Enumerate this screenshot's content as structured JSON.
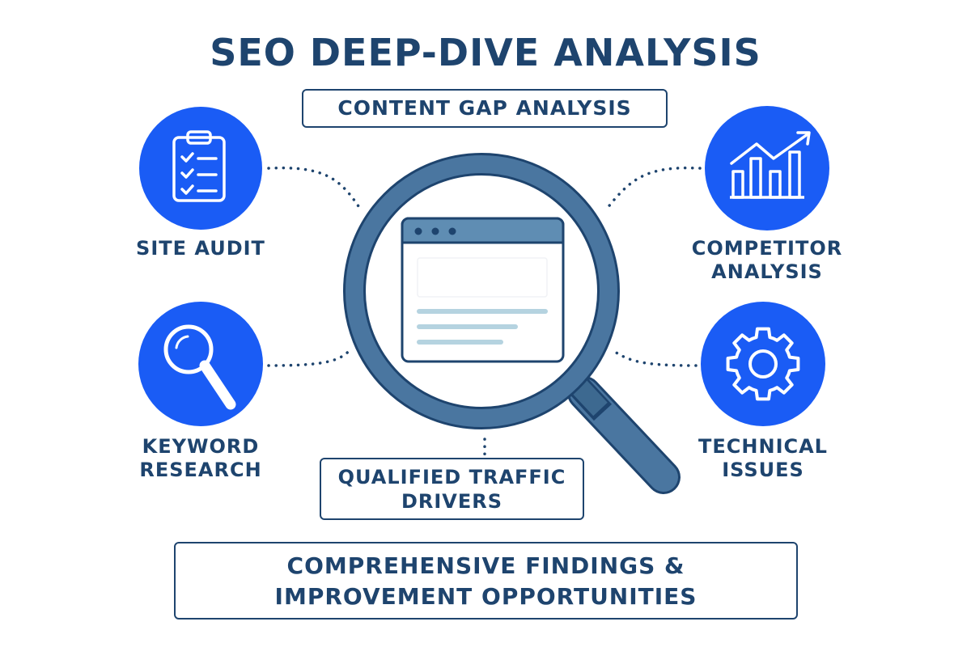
{
  "title": "SEO DEEP-DIVE ANALYSIS",
  "center_top_label": "CONTENT GAP ANALYSIS",
  "center_bottom_label": "QUALIFIED TRAFFIC\nDRIVERS",
  "footer_label": "COMPREHENSIVE FINDINGS &\nIMPROVEMENT OPPORTUNITIES",
  "nodes": [
    {
      "label": "SITE AUDIT",
      "icon": "clipboard-checklist-icon"
    },
    {
      "label": "KEYWORD\nRESEARCH",
      "icon": "magnifier-icon"
    },
    {
      "label": "COMPETITOR\nANALYSIS",
      "icon": "bar-chart-trend-icon"
    },
    {
      "label": "TECHNICAL\nISSUES",
      "icon": "gear-icon"
    }
  ],
  "colors": {
    "accent": "#1a5cf5",
    "navy": "#1e446e",
    "lens": "#4a76a0",
    "browser_bar": "#5f8db3",
    "text_lines": "#b5d3e0"
  }
}
